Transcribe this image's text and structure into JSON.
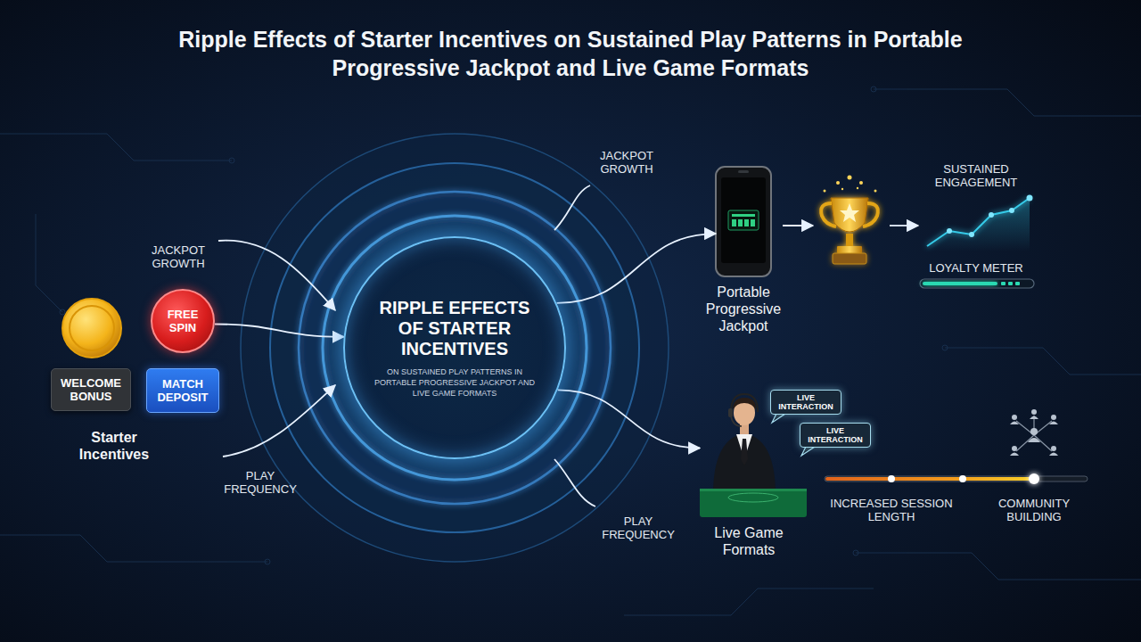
{
  "diagram": {
    "title": "Ripple Effects of Starter Incentives on Sustained Play Patterns in Portable Progressive Jackpot and Live Game Formats",
    "nodes": [
      {
        "text": [
          "WELCOME BONUS"
        ]
      },
      {
        "text": [
          "FREE SPIN"
        ]
      },
      {
        "text": [
          "MATCH DEPOSIT"
        ]
      },
      {
        "text": [
          "RIPPLE EFFECTS OF STARTER INCENTIVES",
          "ON SUSTAINED PLAY PATTERNS IN PORTABLE PROGRESSIVE JACKPOT AND LIVE GAME FORMATS"
        ]
      },
      {
        "text": [
          "Portable Progressive Jackpot"
        ]
      },
      {
        "text": [
          "LIVE INTERACTION"
        ]
      },
      {
        "text": [
          "LIVE INTERACTION"
        ]
      },
      {
        "text": [
          "Live Game Formats"
        ]
      }
    ],
    "edges": [
      {
        "from": 1,
        "to": 3,
        "arrow": "to"
      },
      {
        "from": 3,
        "to": 4,
        "arrow": "to"
      },
      {
        "from": 3,
        "to": 7,
        "arrow": "to"
      }
    ],
    "labels": [
      "Starter Incentives",
      "JACKPOT GROWTH",
      "PLAY FREQUENCY",
      "JACKPOT GROWTH",
      "PLAY FREQUENCY",
      "SUSTAINED ENGAGEMENT",
      "LOYALTY METER",
      "INCREASED SESSION LENGTH",
      "COMMUNITY BUILDING"
    ]
  }
}
